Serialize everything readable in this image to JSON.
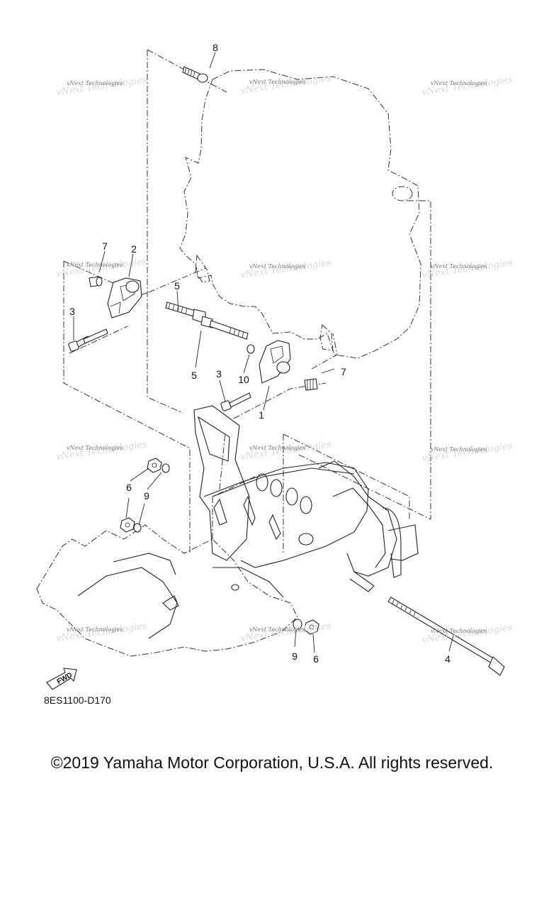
{
  "diagram": {
    "callouts": [
      {
        "id": "c8",
        "text": "8"
      },
      {
        "id": "c7a",
        "text": "7"
      },
      {
        "id": "c2",
        "text": "2"
      },
      {
        "id": "c3a",
        "text": "3"
      },
      {
        "id": "c5a",
        "text": "5"
      },
      {
        "id": "c5b",
        "text": "5"
      },
      {
        "id": "c10",
        "text": "10"
      },
      {
        "id": "c3b",
        "text": "3"
      },
      {
        "id": "c7b",
        "text": "7"
      },
      {
        "id": "c1",
        "text": "1"
      },
      {
        "id": "c6a",
        "text": "6"
      },
      {
        "id": "c9a",
        "text": "9"
      },
      {
        "id": "c9b",
        "text": "9"
      },
      {
        "id": "c6b",
        "text": "6"
      },
      {
        "id": "c4",
        "text": "4"
      }
    ],
    "watermark_text": "vNext Technologies",
    "fwd_label": "FWD",
    "diagram_code": "8ES1100-D170"
  },
  "footer": {
    "copyright": "©2019 Yamaha Motor Corporation, U.S.A. All rights reserved."
  }
}
